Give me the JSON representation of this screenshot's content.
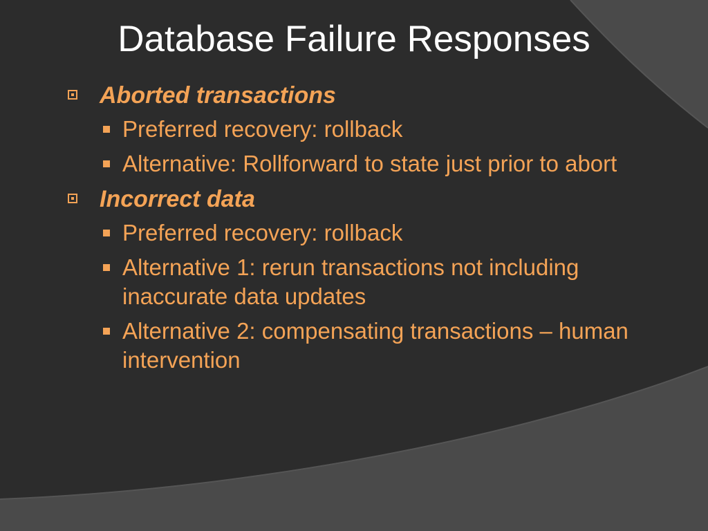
{
  "slide": {
    "title": "Database Failure Responses",
    "sections": [
      {
        "heading": "Aborted transactions",
        "items": [
          "Preferred recovery: rollback",
          "Alternative: Rollforward to state just prior to abort"
        ]
      },
      {
        "heading": "Incorrect data",
        "items": [
          "Preferred recovery: rollback",
          "Alternative 1: rerun transactions not including inaccurate data updates",
          "Alternative 2: compensating transactions – human intervention"
        ]
      }
    ]
  },
  "theme": {
    "background": "#3d3d3d",
    "panel": "#2a2a2a",
    "accent": "#f4a356",
    "title_color": "#ffffff",
    "level1_marker_icon": "square-target-icon",
    "level2_marker_icon": "filled-square-icon"
  }
}
